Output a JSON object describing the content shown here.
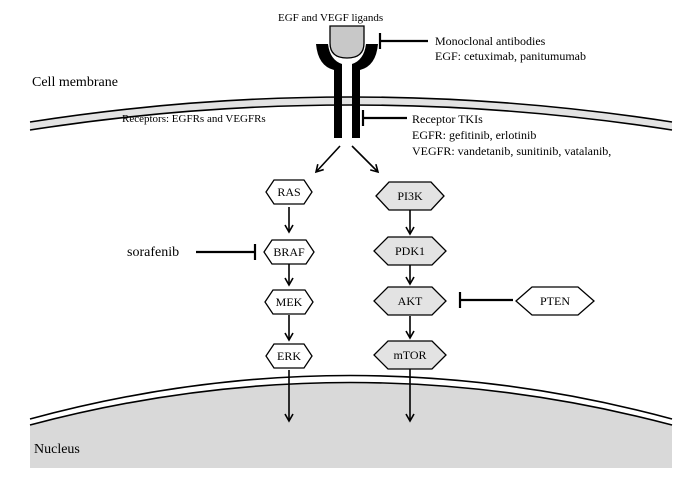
{
  "labels": {
    "ligands": "EGF and VEGF ligands",
    "antibodies_title": "Monoclonal antibodies",
    "antibodies_drugs": "EGF: cetuximab, panitumumab",
    "cell_membrane": "Cell membrane",
    "receptors": "Receptors: EGFRs and VEGFRs",
    "tki_title": "Receptor TKIs",
    "tki_egfr": "EGFR: gefitinib, erlotinib",
    "tki_vegfr": "VEGFR: vandetanib, sunitinib, vatalanib,",
    "sorafenib": "sorafenib",
    "nucleus": "Nucleus"
  },
  "pathways": {
    "mapk": [
      "RAS",
      "BRAF",
      "MEK",
      "ERK"
    ],
    "pi3k": [
      "PI3K",
      "PDK1",
      "AKT",
      "mTOR"
    ]
  },
  "pten": "PTEN",
  "colors": {
    "membrane_fill": "#e3e3e3",
    "nucleus_fill": "#d9d9d9",
    "ligand_fill": "#c8c8c8",
    "ink": "#000000"
  }
}
